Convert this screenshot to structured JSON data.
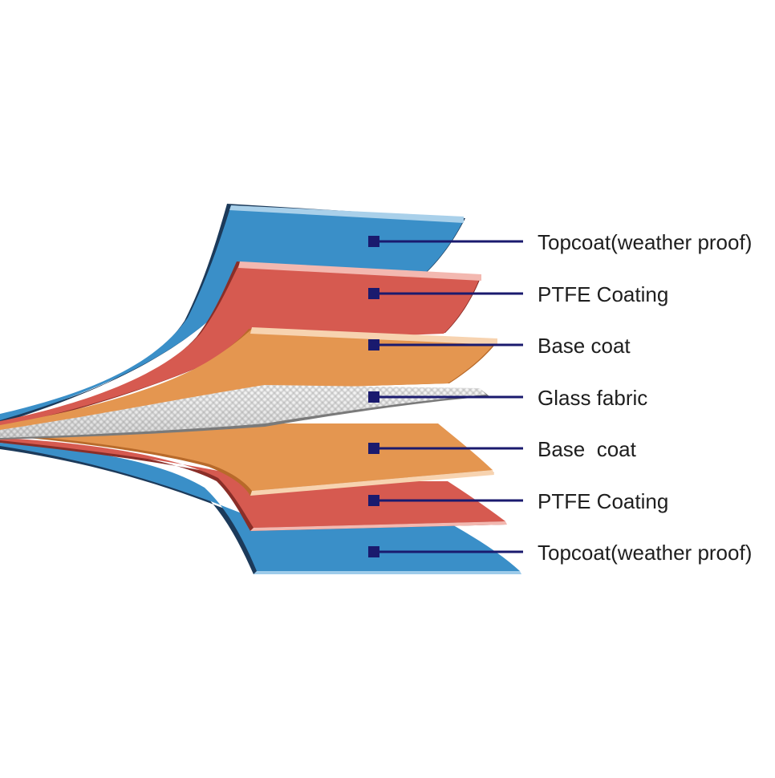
{
  "layers": [
    {
      "label": "Topcoat(weather proof)",
      "color": "#3a8fc8"
    },
    {
      "label": "PTFE Coating",
      "color": "#d65a50"
    },
    {
      "label": "Base coat",
      "color": "#e49650"
    },
    {
      "label": "Glass fabric",
      "color": "#e2e2e2"
    },
    {
      "label": "Base  coat",
      "color": "#e49650"
    },
    {
      "label": "PTFE Coating",
      "color": "#d65a50"
    },
    {
      "label": "Topcoat(weather proof)",
      "color": "#3a8fc8"
    }
  ],
  "leader_color": "#1a1a6e"
}
